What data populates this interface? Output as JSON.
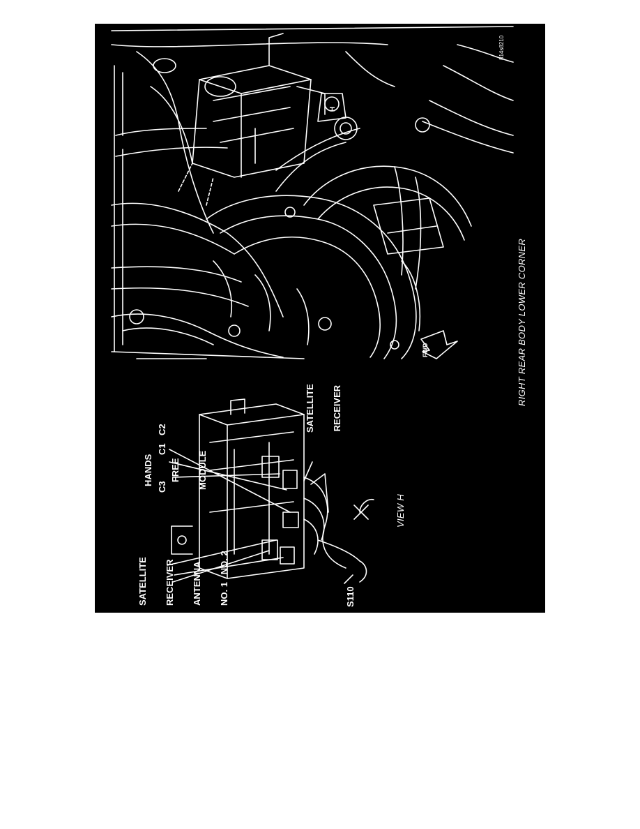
{
  "diagram": {
    "figure_id": "814s8210",
    "caption": "RIGHT REAR BODY LOWER CORNER",
    "view_title": "VIEW H",
    "view_marker": "H",
    "fwd_label": "FWD",
    "callouts": {
      "sat_antenna": [
        "SATELLITE",
        "RECEIVER",
        "ANTENNA",
        "NO. 1   NO. 2"
      ],
      "hands_free": [
        "HANDS",
        "FREE",
        "MODULE"
      ],
      "connector_c3": "C3",
      "connector_c1": "C1",
      "connector_c2": "C2",
      "sat_receiver": [
        "SATELLITE",
        "RECEIVER"
      ],
      "splice": "S110"
    },
    "colors": {
      "background": "#000000",
      "linework": "#ffffff",
      "page": "#ffffff"
    }
  }
}
